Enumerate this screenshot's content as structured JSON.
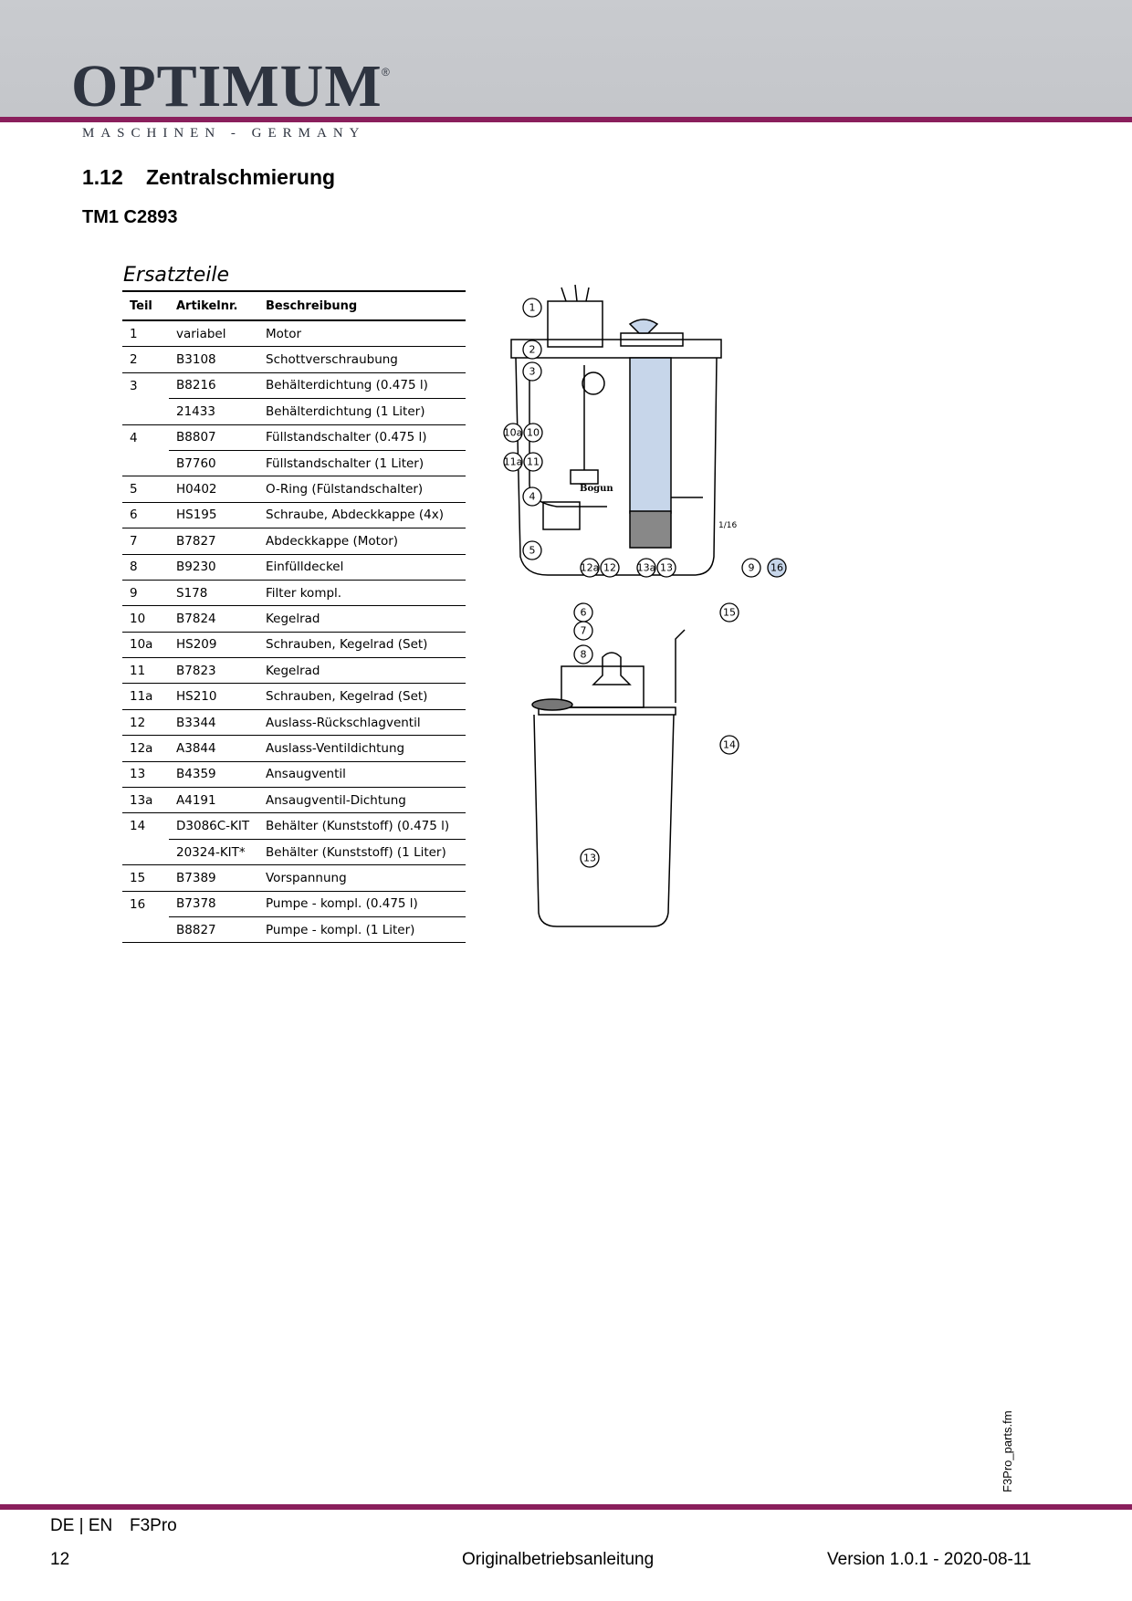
{
  "header": {
    "brand": "OPTIMUM",
    "registered_mark": "®",
    "tagline": "MASCHINEN - GERMANY"
  },
  "section": {
    "number": "1.12",
    "title": "Zentralschmierung",
    "model": "TM1 C2893"
  },
  "parts": {
    "heading": "Ersatzteile",
    "columns": [
      "Teil",
      "Artikelnr.",
      "Beschreibung"
    ],
    "rows": [
      {
        "teil": "1",
        "artikel": "variabel",
        "beschreibung": "Motor"
      },
      {
        "teil": "2",
        "artikel": "B3108",
        "beschreibung": "Schottverschraubung"
      },
      {
        "teil": "3",
        "artikel": "B8216",
        "beschreibung": "Behälterdichtung (0.475 l)"
      },
      {
        "teil": "",
        "artikel": "21433",
        "beschreibung": "Behälterdichtung (1 Liter)"
      },
      {
        "teil": "4",
        "artikel": "B8807",
        "beschreibung": "Füllstandschalter (0.475 l)"
      },
      {
        "teil": "",
        "artikel": "B7760",
        "beschreibung": "Füllstandschalter (1 Liter)"
      },
      {
        "teil": "5",
        "artikel": "H0402",
        "beschreibung": "O-Ring (Fülstandschalter)"
      },
      {
        "teil": "6",
        "artikel": "HS195",
        "beschreibung": "Schraube, Abdeckkappe (4x)"
      },
      {
        "teil": "7",
        "artikel": "B7827",
        "beschreibung": "Abdeckkappe (Motor)"
      },
      {
        "teil": "8",
        "artikel": "B9230",
        "beschreibung": "Einfülldeckel"
      },
      {
        "teil": "9",
        "artikel": "S178",
        "beschreibung": "Filter kompl."
      },
      {
        "teil": "10",
        "artikel": "B7824",
        "beschreibung": "Kegelrad"
      },
      {
        "teil": "10a",
        "artikel": "HS209",
        "beschreibung": "Schrauben, Kegelrad (Set)"
      },
      {
        "teil": "11",
        "artikel": "B7823",
        "beschreibung": "Kegelrad"
      },
      {
        "teil": "11a",
        "artikel": "HS210",
        "beschreibung": "Schrauben, Kegelrad (Set)"
      },
      {
        "teil": "12",
        "artikel": "B3344",
        "beschreibung": "Auslass-Rückschlagventil"
      },
      {
        "teil": "12a",
        "artikel": "A3844",
        "beschreibung": "Auslass-Ventildichtung"
      },
      {
        "teil": "13",
        "artikel": "B4359",
        "beschreibung": "Ansaugventil"
      },
      {
        "teil": "13a",
        "artikel": "A4191",
        "beschreibung": "Ansaugventil-Dichtung"
      },
      {
        "teil": "14",
        "artikel": "D3086C-KIT",
        "beschreibung": "Behälter (Kunststoff) (0.475 l)"
      },
      {
        "teil": "",
        "artikel": "20324-KIT*",
        "beschreibung": "Behälter (Kunststoff) (1 Liter)"
      },
      {
        "teil": "15",
        "artikel": "B7389",
        "beschreibung": "Vorspannung"
      },
      {
        "teil": "16",
        "artikel": "B7378",
        "beschreibung": "Pumpe - kompl. (0.475 l)"
      },
      {
        "teil": "",
        "artikel": "B8827",
        "beschreibung": "Pumpe - kompl. (1 Liter)"
      }
    ]
  },
  "figure": {
    "callouts_top": [
      "1",
      "2",
      "3",
      "10a",
      "10",
      "11a",
      "11",
      "4",
      "5",
      "12a",
      "12",
      "13a",
      "13",
      "9",
      "16"
    ],
    "callouts_bottom": [
      "6",
      "7",
      "8",
      "15",
      "14",
      "13"
    ],
    "label_1_16": "1/16",
    "label_bogun": "Bogun",
    "highlight_color": "#c7d6ea"
  },
  "footer": {
    "filename": "F3Pro_parts.fm",
    "lang": "DE | EN",
    "model": "F3Pro",
    "page": "12",
    "doc": "Originalbetriebsanleitung",
    "version": "Version 1.0.1 - 2020-08-11"
  },
  "colors": {
    "accent": "#8a1f5c",
    "header_band": "#c6c8cc",
    "logo": "#2e3440"
  }
}
